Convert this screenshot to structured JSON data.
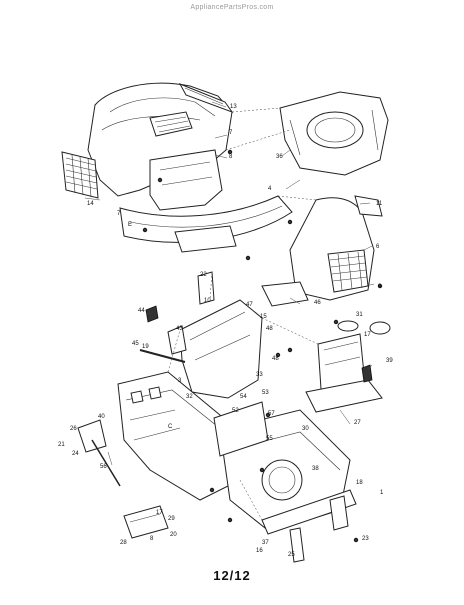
{
  "watermark": "AppliancePartsPros.com",
  "page_number": "12/12",
  "callouts": [
    "13",
    "7",
    "8",
    "36",
    "4",
    "14",
    "7",
    "E",
    "11",
    "6",
    "9",
    "46",
    "22",
    "10",
    "44",
    "43",
    "47",
    "15",
    "48",
    "31",
    "17",
    "19",
    "45",
    "33",
    "48",
    "53",
    "39",
    "54",
    "57",
    "52",
    "30",
    "27",
    "40",
    "26",
    "21",
    "24",
    "55",
    "56",
    "38",
    "37",
    "25",
    "18",
    "1",
    "17",
    "29",
    "20",
    "28",
    "23",
    "16",
    "3",
    "32",
    "8",
    "C"
  ]
}
